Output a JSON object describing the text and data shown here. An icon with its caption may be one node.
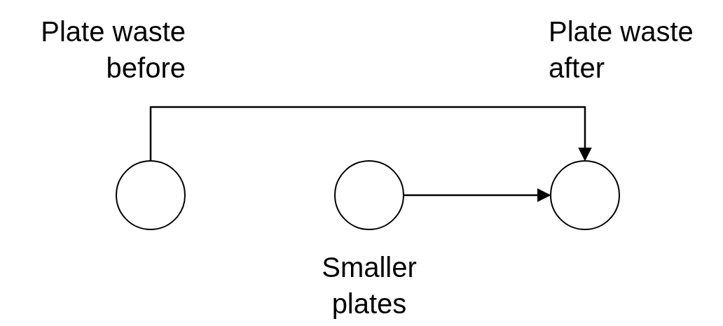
{
  "diagram": {
    "nodes": [
      {
        "text": [],
        "shape": "circle",
        "beside": [
          "Plate waste before"
        ]
      },
      {
        "text": [],
        "shape": "circle",
        "beside": [
          "Smaller plates"
        ]
      },
      {
        "text": [],
        "shape": "circle",
        "beside": [
          "Plate waste after"
        ]
      }
    ],
    "edges": [
      {
        "from": 0,
        "to": 2,
        "arrow": "to"
      },
      {
        "from": 1,
        "to": 2,
        "arrow": "to"
      }
    ]
  }
}
